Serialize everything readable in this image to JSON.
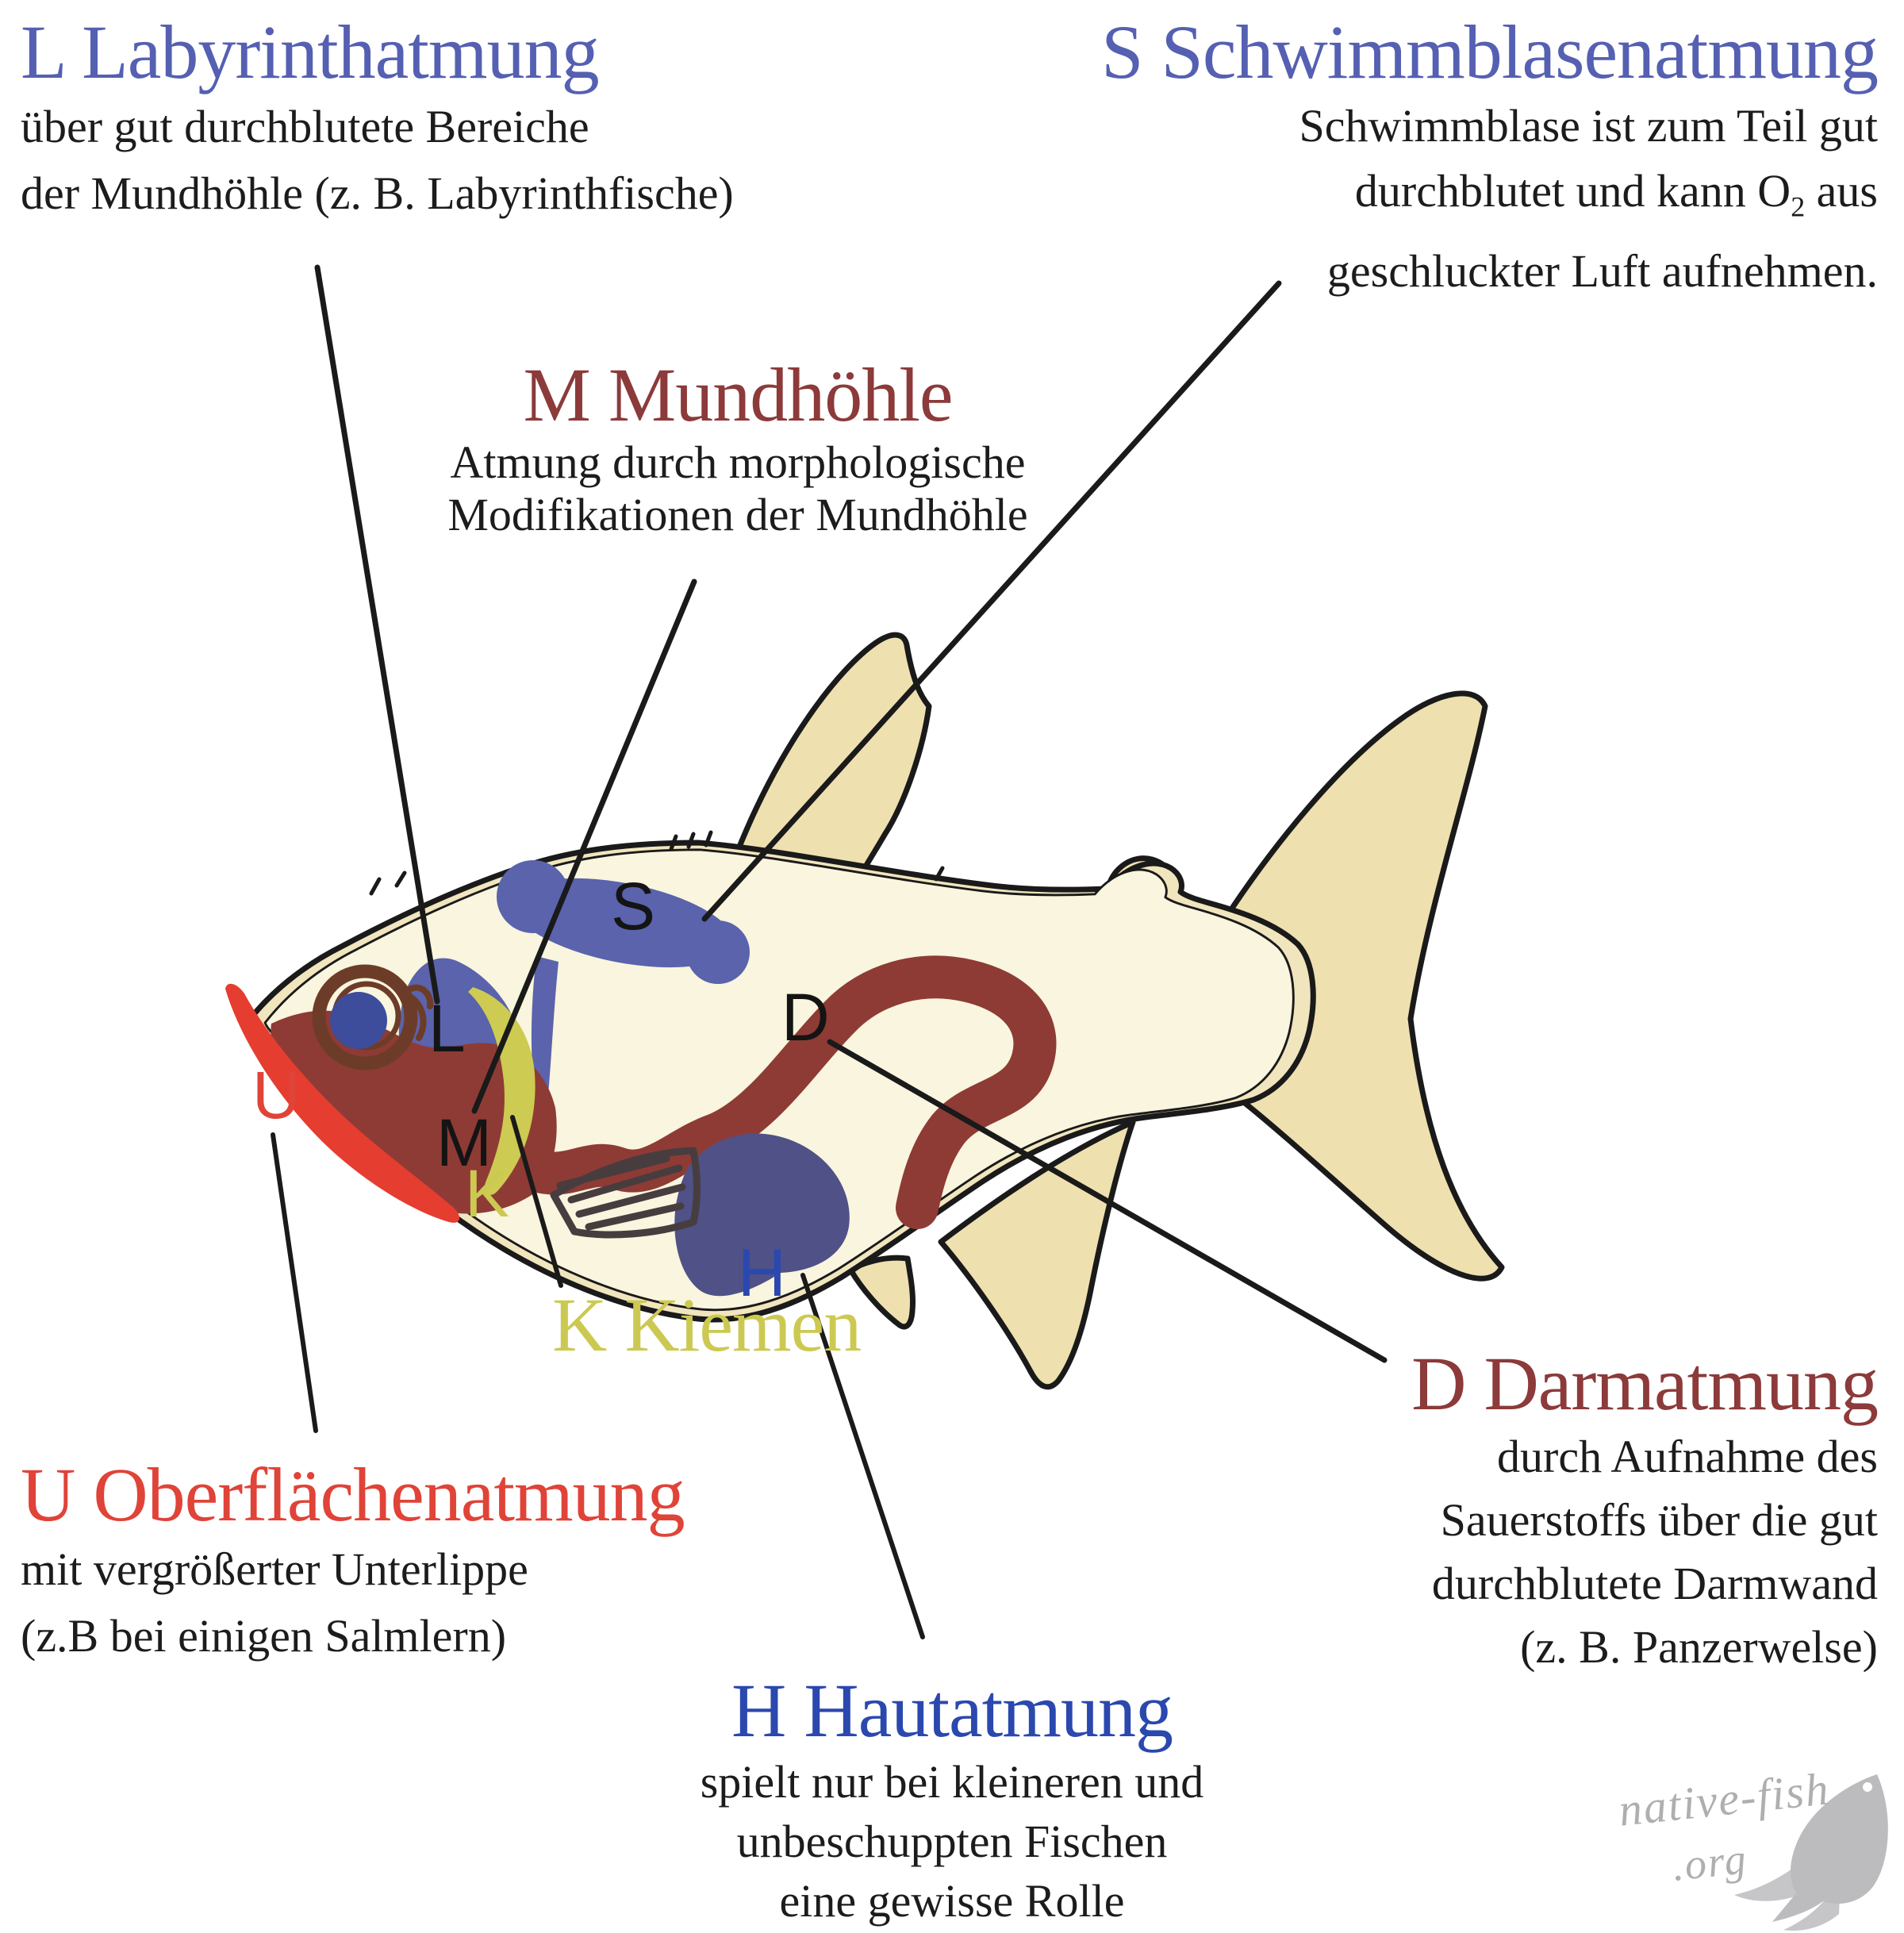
{
  "labels": {
    "labyrinthatmung": {
      "letter": "L",
      "title": "L Labyrinthatmung",
      "title_color": "#5560B2",
      "lines": [
        "über gut durchblutete Bereiche",
        "der Mundhöhle (z. B.  Labyrinthfische)"
      ]
    },
    "schwimmblasenatmung": {
      "letter": "S",
      "title": "S Schwimmblasenatmung",
      "title_color": "#5560B2",
      "line1": "Schwimmblase ist zum Teil gut",
      "line2_pre": "durchblutet und kann O",
      "line2_sub": "2",
      "line2_post": " aus",
      "line3": "geschluckter Luft aufnehmen."
    },
    "mundhoehle": {
      "letter": "M",
      "title": "M Mundhöhle",
      "title_color": "#8C3A3A",
      "lines": [
        "Atmung durch morphologische",
        "Modifikationen der Mundhöhle"
      ]
    },
    "kiemen": {
      "letter": "K",
      "title": "K Kiemen",
      "title_color": "#CCC952"
    },
    "oberflaechenatmung": {
      "letter": "U",
      "title": "U Oberflächenatmung",
      "title_color": "#E04338",
      "lines": [
        "mit vergrößerter Unterlippe",
        "(z.B bei einigen Salmlern)"
      ]
    },
    "darmatmung": {
      "letter": "D",
      "title": "D Darmatmung",
      "title_color": "#8C3A3A",
      "lines": [
        "durch Aufnahme des",
        "Sauerstoffs über die gut",
        "durchblutete Darmwand",
        "(z. B. Panzerwelse)"
      ]
    },
    "hautatmung": {
      "letter": "H",
      "title": "H Hautatmung",
      "title_color": "#2A48AE",
      "lines": [
        "spielt nur bei kleineren und",
        "unbeschuppten Fischen",
        "eine gewisse Rolle"
      ]
    }
  },
  "logo": {
    "name": "native-fish",
    "tld": ".org"
  },
  "colors": {
    "organ_blue": "#5A63AC",
    "skin_patch_blue": "#4F5187",
    "intestine_maroon": "#8E3B35",
    "lip_red": "#E53D30",
    "gill_yellow": "#CDCB52",
    "eye_ring_brown": "#6D3C28",
    "eye_pupil_blue": "#3D4C9B",
    "body_rim_cream": "#F1E5BE",
    "body_inner_cream": "#F9F5DE",
    "fin_beige": "#EFE0B0",
    "outline_black": "#1a1a1a",
    "logo_gray": "#BCBCBE"
  }
}
